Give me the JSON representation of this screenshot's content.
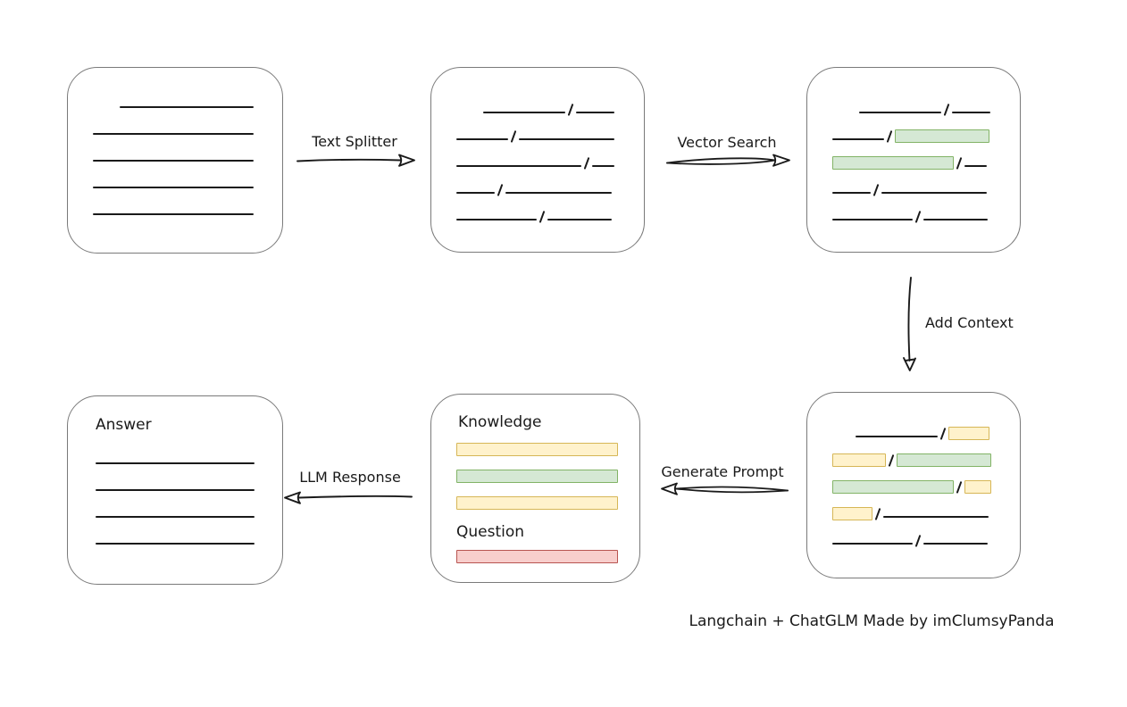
{
  "caption": "Langchain + ChatGLM Made by imClumsyPanda",
  "colors": {
    "stroke": "#1a1a1a",
    "box_border": "#7a7a7a",
    "green": {
      "fill": "#d5e8d4",
      "border": "#82b366"
    },
    "yellow": {
      "fill": "#fff2cc",
      "border": "#d6b656"
    },
    "red": {
      "fill": "#f8cecc",
      "border": "#b85450"
    }
  },
  "arrows": {
    "text_splitter": {
      "label": "Text Splitter",
      "direction": "right"
    },
    "vector_search": {
      "label": "Vector Search",
      "direction": "right"
    },
    "add_context": {
      "label": "Add Context",
      "direction": "down"
    },
    "generate_prompt": {
      "label": "Generate Prompt",
      "direction": "left"
    },
    "llm_response": {
      "label": "LLM Response",
      "direction": "left"
    }
  },
  "boxes": {
    "document": {
      "rows": [
        [
          {
            "t": "indent",
            "w": 30
          },
          {
            "t": "line",
            "w": 150
          }
        ],
        [
          {
            "t": "line",
            "w": 180
          }
        ],
        [
          {
            "t": "line",
            "w": 180
          }
        ],
        [
          {
            "t": "line",
            "w": 180
          }
        ],
        [
          {
            "t": "line",
            "w": 180
          }
        ]
      ]
    },
    "split_text": {
      "rows": [
        [
          {
            "t": "indent",
            "w": 30
          },
          {
            "t": "line",
            "w": 92
          },
          {
            "t": "slash"
          },
          {
            "t": "line",
            "w": 43
          }
        ],
        [
          {
            "t": "line",
            "w": 58
          },
          {
            "t": "slash"
          },
          {
            "t": "line",
            "w": 107
          }
        ],
        [
          {
            "t": "line",
            "w": 140
          },
          {
            "t": "slash"
          },
          {
            "t": "line",
            "w": 25
          }
        ],
        [
          {
            "t": "line",
            "w": 43
          },
          {
            "t": "slash"
          },
          {
            "t": "line",
            "w": 119
          }
        ],
        [
          {
            "t": "line",
            "w": 90
          },
          {
            "t": "slash"
          },
          {
            "t": "line",
            "w": 72
          }
        ]
      ]
    },
    "vector_results": {
      "rows": [
        [
          {
            "t": "indent",
            "w": 30
          },
          {
            "t": "line",
            "w": 92
          },
          {
            "t": "slash"
          },
          {
            "t": "line",
            "w": 43
          }
        ],
        [
          {
            "t": "line",
            "w": 58
          },
          {
            "t": "slash"
          },
          {
            "t": "chunk",
            "c": "green",
            "w": 106
          }
        ],
        [
          {
            "t": "chunk",
            "c": "green",
            "w": 136
          },
          {
            "t": "slash"
          },
          {
            "t": "line",
            "w": 25
          }
        ],
        [
          {
            "t": "line",
            "w": 43
          },
          {
            "t": "slash"
          },
          {
            "t": "line",
            "w": 118
          }
        ],
        [
          {
            "t": "line",
            "w": 90
          },
          {
            "t": "slash"
          },
          {
            "t": "line",
            "w": 72
          }
        ]
      ]
    },
    "context": {
      "rows": [
        [
          {
            "t": "indent",
            "w": 26
          },
          {
            "t": "line",
            "w": 92
          },
          {
            "t": "slash"
          },
          {
            "t": "chunk",
            "c": "yellow",
            "w": 46
          }
        ],
        [
          {
            "t": "chunk",
            "c": "yellow",
            "w": 60
          },
          {
            "t": "slash"
          },
          {
            "t": "chunk",
            "c": "green",
            "w": 106
          }
        ],
        [
          {
            "t": "chunk",
            "c": "green",
            "w": 136
          },
          {
            "t": "slash"
          },
          {
            "t": "chunk",
            "c": "yellow",
            "w": 30
          }
        ],
        [
          {
            "t": "chunk",
            "c": "yellow",
            "w": 45
          },
          {
            "t": "slash"
          },
          {
            "t": "line",
            "w": 118
          }
        ],
        [
          {
            "t": "line",
            "w": 90
          },
          {
            "t": "slash"
          },
          {
            "t": "line",
            "w": 72
          }
        ]
      ]
    },
    "prompt": {
      "knowledge_label": "Knowledge",
      "question_label": "Question",
      "knowledge_bars": [
        "yellow",
        "green",
        "yellow"
      ],
      "question_bars": [
        "red"
      ]
    },
    "answer": {
      "label": "Answer",
      "rows": [
        [
          {
            "t": "line",
            "w": 178
          }
        ],
        [
          {
            "t": "line",
            "w": 178
          }
        ],
        [
          {
            "t": "line",
            "w": 178
          }
        ],
        [
          {
            "t": "line",
            "w": 178
          }
        ]
      ]
    }
  }
}
